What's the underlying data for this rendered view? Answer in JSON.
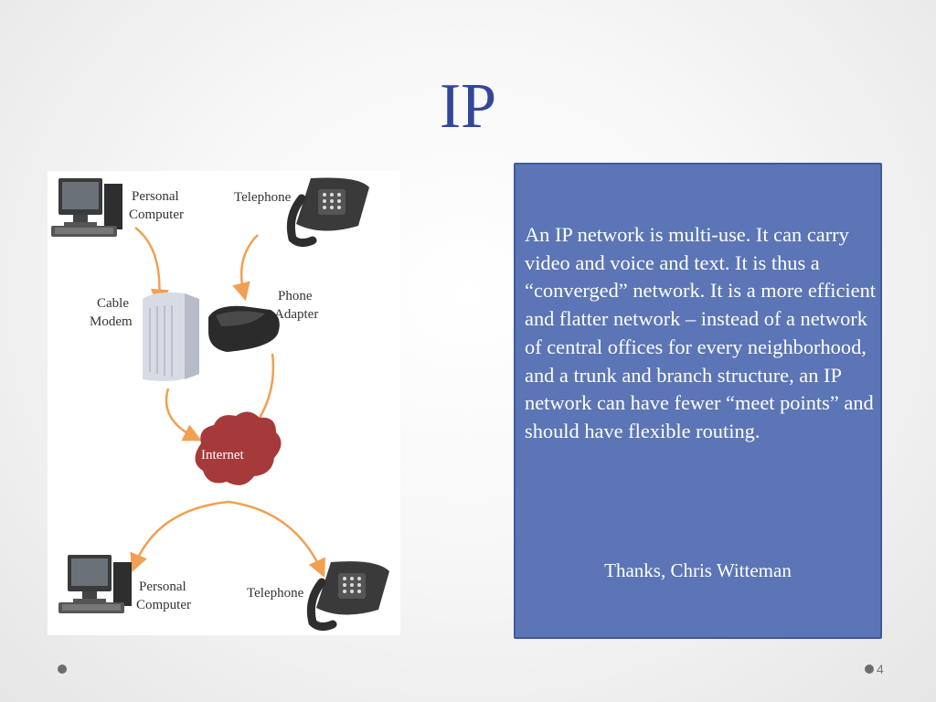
{
  "slide": {
    "title": "IP",
    "page_number": "4"
  },
  "diagram": {
    "label_pc_top_1": "Personal",
    "label_pc_top_2": "Computer",
    "label_phone_top": "Telephone",
    "label_cable_1": "Cable",
    "label_cable_2": "Modem",
    "label_adapter_1": "Phone",
    "label_adapter_2": "Adapter",
    "label_internet": "Internet",
    "label_pc_bottom_1": "Personal",
    "label_pc_bottom_2": "Computer",
    "label_phone_bottom": "Telephone",
    "arrow_color": "#f0a050",
    "cloud_color": "#a63a3a"
  },
  "text_box": {
    "paragraph": "An IP network is multi-use.  It can carry video and voice and text.  It is thus a “converged” network.  It is a more efficient and flatter network – instead of a network of central offices for every neighborhood, and a trunk and branch structure, an IP network can have fewer “meet points” and should have flexible routing.",
    "credit": "Thanks, Chris Witteman",
    "background_color": "#5b75b6"
  }
}
